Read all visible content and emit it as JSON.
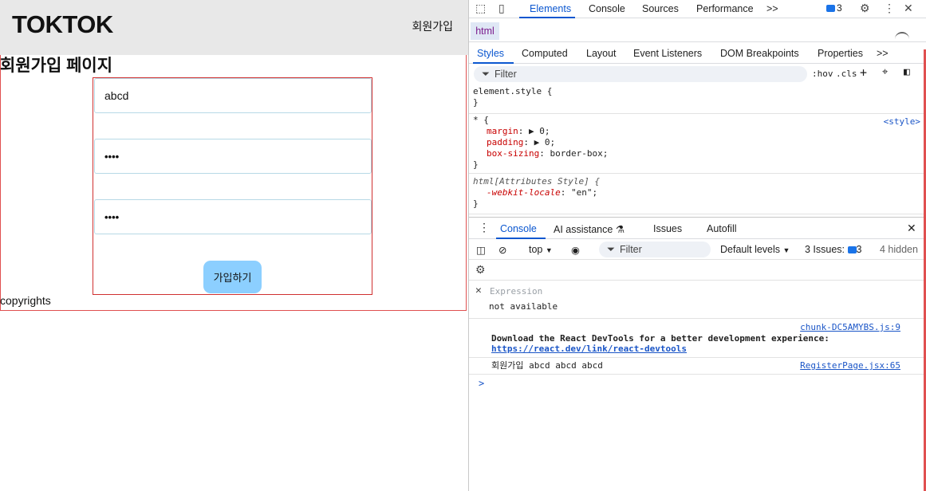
{
  "app": {
    "logo": "TOKTOK",
    "header_link": "회원가입",
    "page_title": "회원가입 페이지",
    "fields": {
      "username_value": "abcd",
      "password_value": "••••",
      "password_confirm_value": "••••"
    },
    "submit_label": "가입하기",
    "footer": "copyrights"
  },
  "devtools": {
    "main_tabs": [
      "Elements",
      "Console",
      "Sources",
      "Performance"
    ],
    "more_tabs": ">>",
    "message_count": "3",
    "breadcrumb": "html",
    "styles_tabs": [
      "Styles",
      "Computed",
      "Layout",
      "Event Listeners",
      "DOM Breakpoints",
      "Properties"
    ],
    "styles_more": ">>",
    "filter_placeholder": "Filter",
    "hov": ":hov",
    "cls": ".cls",
    "rules": {
      "element_style_open": "element.style {",
      "close": "}",
      "universal_open": "* {",
      "universal_src": "<style>",
      "margin_prop": "margin",
      "margin_val": ": ▶ 0;",
      "padding_prop": "padding",
      "padding_val": ": ▶ 0;",
      "boxsizing_prop": "box-sizing",
      "boxsizing_val": ": border-box;",
      "attr_open": "html[Attributes Style] {",
      "locale_prop": "-webkit-locale",
      "locale_val": ": \"en\";"
    },
    "console_tabs": [
      "Console",
      "AI assistance",
      "Issues",
      "Autofill"
    ],
    "console_toolbar": {
      "context": "top",
      "filter_placeholder": "Filter",
      "levels": "Default levels",
      "issues_label": "3 Issues:",
      "issues_count": "3",
      "hidden": "4 hidden"
    },
    "expression_label": "Expression",
    "expression_value": "not available",
    "logs": {
      "devtools_src": "chunk-DC5AMYBS.js:9",
      "devtools_msg": "Download the React DevTools for a better development experience:",
      "devtools_link": "https://react.dev/link/react-devtools",
      "register_msg": "회원가입 abcd abcd abcd",
      "register_src": "RegisterPage.jsx:65"
    },
    "prompt": ">"
  }
}
